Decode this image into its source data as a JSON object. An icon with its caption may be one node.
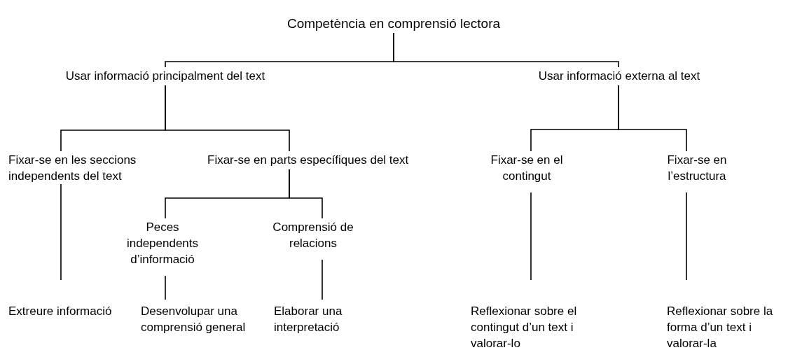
{
  "diagram": {
    "nodes": [
      {
        "text": [
          "Competència en comprensió lectora"
        ]
      },
      {
        "text": [
          "Usar informació principalment del text"
        ]
      },
      {
        "text": [
          "Usar informació externa al text"
        ]
      },
      {
        "text": [
          "Fixar-se en les seccions independents del text"
        ]
      },
      {
        "text": [
          "Fixar-se en parts específiques del text"
        ]
      },
      {
        "text": [
          "Peces independents d’informació"
        ]
      },
      {
        "text": [
          "Comprensió de relacions"
        ]
      },
      {
        "text": [
          "Fixar-se en el contingut"
        ]
      },
      {
        "text": [
          "Fixar-se en l’estructura"
        ]
      },
      {
        "text": [
          "Extreure informació"
        ]
      },
      {
        "text": [
          "Desenvolupar una comprensió general"
        ]
      },
      {
        "text": [
          "Elaborar una interpretació"
        ]
      },
      {
        "text": [
          "Reflexionar sobre el contingut d’un text i valorar-lo"
        ]
      },
      {
        "text": [
          "Reflexionar sobre la forma d’un text i valorar-la"
        ]
      }
    ],
    "edges": [
      {
        "from": 0,
        "to": 1,
        "arrow": "none"
      },
      {
        "from": 0,
        "to": 2,
        "arrow": "none"
      },
      {
        "from": 1,
        "to": 3,
        "arrow": "none"
      },
      {
        "from": 1,
        "to": 4,
        "arrow": "none"
      },
      {
        "from": 4,
        "to": 5,
        "arrow": "none"
      },
      {
        "from": 4,
        "to": 6,
        "arrow": "none"
      },
      {
        "from": 2,
        "to": 7,
        "arrow": "none"
      },
      {
        "from": 2,
        "to": 8,
        "arrow": "none"
      },
      {
        "from": 3,
        "to": 9,
        "arrow": "none"
      },
      {
        "from": 5,
        "to": 10,
        "arrow": "none"
      },
      {
        "from": 6,
        "to": 11,
        "arrow": "none"
      },
      {
        "from": 7,
        "to": 12,
        "arrow": "none"
      },
      {
        "from": 8,
        "to": 13,
        "arrow": "none"
      }
    ]
  }
}
